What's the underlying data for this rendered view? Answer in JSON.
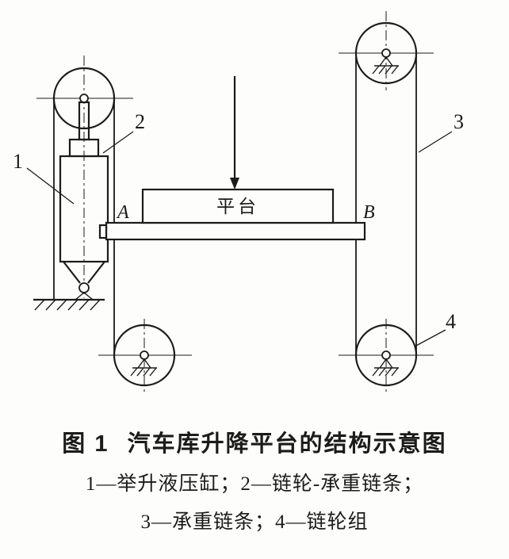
{
  "colors": {
    "background": "#fdfdfb",
    "ink": "#1b1b1b"
  },
  "diagram": {
    "platform_label": "平台",
    "point_a": "A",
    "point_b": "B",
    "callouts": {
      "c1": "1",
      "c2": "2",
      "c3": "3",
      "c4": "4"
    }
  },
  "caption": {
    "figure_label": "图 1",
    "title": "汽车库升降平台的结构示意图",
    "legend_line1": "1—举升液压缸；2—链轮-承重链条；",
    "legend_line2": "3—承重链条；4—链轮组"
  }
}
